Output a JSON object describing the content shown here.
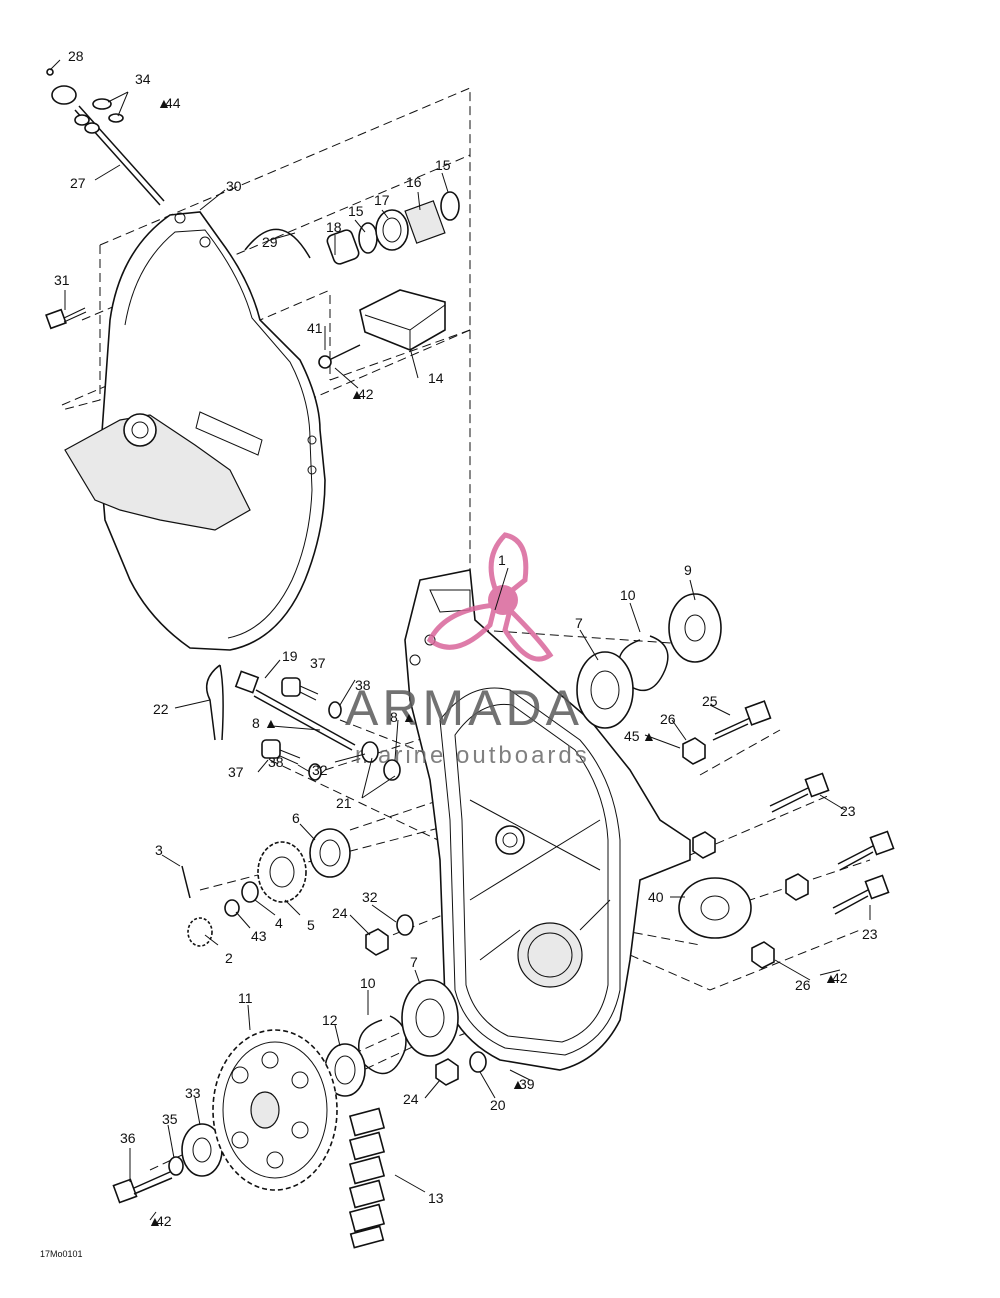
{
  "watermark": {
    "brand": "ARMADA",
    "tagline": "marine outboards",
    "logo_color": "#d9669b",
    "text_color": "#5a5a5a"
  },
  "drawing_code": "17Mo0101",
  "drop_symbol": "▲",
  "callouts": [
    {
      "id": "c1",
      "text": "1"
    },
    {
      "id": "c2",
      "text": "2"
    },
    {
      "id": "c3",
      "text": "3"
    },
    {
      "id": "c4",
      "text": "4"
    },
    {
      "id": "c5",
      "text": "5"
    },
    {
      "id": "c6",
      "text": "6"
    },
    {
      "id": "c7a",
      "text": "7"
    },
    {
      "id": "c7b",
      "text": "7"
    },
    {
      "id": "c8",
      "text": "8"
    },
    {
      "id": "c8b",
      "text": "8"
    },
    {
      "id": "c9",
      "text": "9"
    },
    {
      "id": "c10a",
      "text": "10"
    },
    {
      "id": "c10b",
      "text": "10"
    },
    {
      "id": "c11",
      "text": "11"
    },
    {
      "id": "c12",
      "text": "12"
    },
    {
      "id": "c13",
      "text": "13"
    },
    {
      "id": "c14",
      "text": "14"
    },
    {
      "id": "c15a",
      "text": "15"
    },
    {
      "id": "c15b",
      "text": "15"
    },
    {
      "id": "c16",
      "text": "16"
    },
    {
      "id": "c17",
      "text": "17"
    },
    {
      "id": "c18",
      "text": "18"
    },
    {
      "id": "c19",
      "text": "19"
    },
    {
      "id": "c20",
      "text": "20"
    },
    {
      "id": "c21",
      "text": "21"
    },
    {
      "id": "c22",
      "text": "22"
    },
    {
      "id": "c23a",
      "text": "23"
    },
    {
      "id": "c23b",
      "text": "23"
    },
    {
      "id": "c24a",
      "text": "24"
    },
    {
      "id": "c24b",
      "text": "24"
    },
    {
      "id": "c25",
      "text": "25"
    },
    {
      "id": "c26a",
      "text": "26"
    },
    {
      "id": "c26b",
      "text": "26"
    },
    {
      "id": "c27",
      "text": "27"
    },
    {
      "id": "c28",
      "text": "28"
    },
    {
      "id": "c29",
      "text": "29"
    },
    {
      "id": "c30",
      "text": "30"
    },
    {
      "id": "c31",
      "text": "31"
    },
    {
      "id": "c32a",
      "text": "32"
    },
    {
      "id": "c32b",
      "text": "32"
    },
    {
      "id": "c33",
      "text": "33"
    },
    {
      "id": "c34",
      "text": "34"
    },
    {
      "id": "c35",
      "text": "35"
    },
    {
      "id": "c36",
      "text": "36"
    },
    {
      "id": "c37a",
      "text": "37"
    },
    {
      "id": "c37b",
      "text": "37"
    },
    {
      "id": "c38a",
      "text": "38"
    },
    {
      "id": "c38b",
      "text": "38"
    },
    {
      "id": "c39",
      "text": "39"
    },
    {
      "id": "c40",
      "text": "40"
    },
    {
      "id": "c41",
      "text": "41"
    },
    {
      "id": "c42a",
      "text": "42"
    },
    {
      "id": "c42b",
      "text": "42"
    },
    {
      "id": "c42c",
      "text": "42"
    },
    {
      "id": "c43",
      "text": "43"
    },
    {
      "id": "c44",
      "text": "44"
    },
    {
      "id": "c45",
      "text": "45"
    }
  ]
}
